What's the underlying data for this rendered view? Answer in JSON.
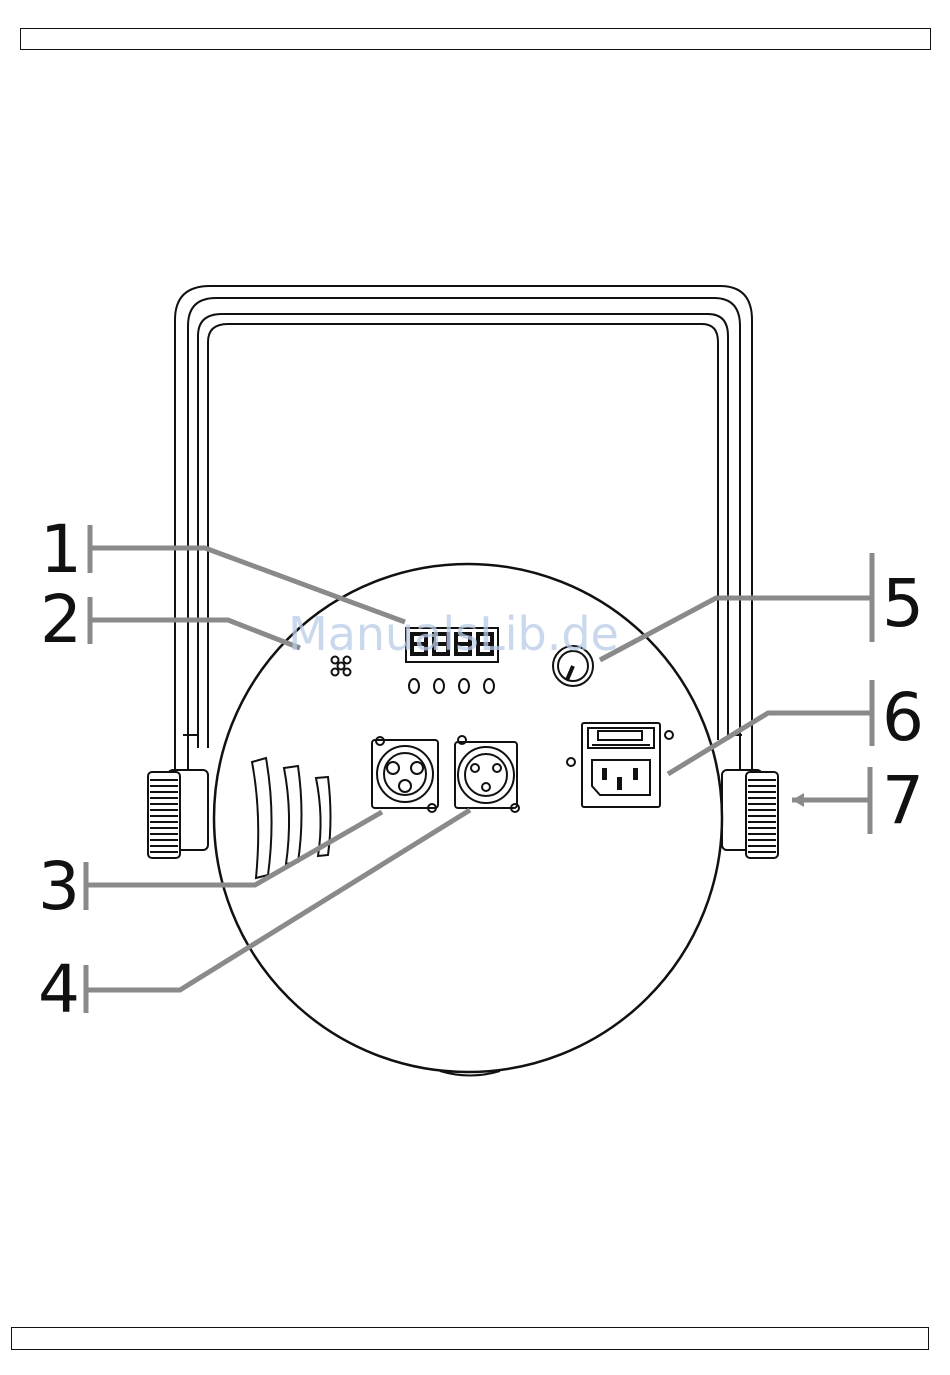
{
  "header": {
    "text": ""
  },
  "footer": {
    "text": ""
  },
  "watermark": "ManualsLib.de",
  "callouts": [
    {
      "label": "1",
      "target": "display"
    },
    {
      "label": "2",
      "target": "microphone"
    },
    {
      "label": "3",
      "target": "dmx-out-connector"
    },
    {
      "label": "4",
      "target": "dmx-in-connector"
    },
    {
      "label": "5",
      "target": "microphone-sensitivity-knob"
    },
    {
      "label": "6",
      "target": "power-inlet-with-fuse"
    },
    {
      "label": "7",
      "target": "bracket-knob"
    }
  ]
}
